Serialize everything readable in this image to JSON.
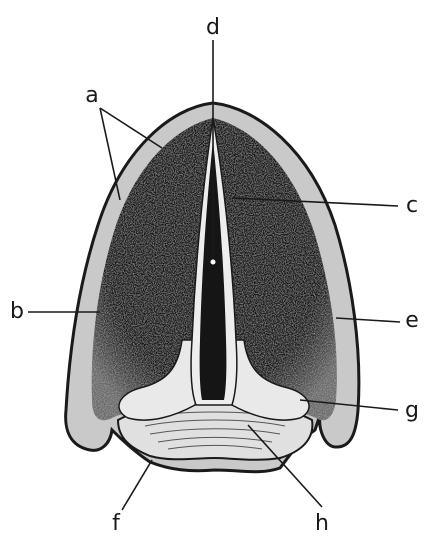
{
  "labels": {
    "a": "a",
    "b": "b",
    "c": "c",
    "d": "d",
    "e": "e",
    "f": "f",
    "g": "g",
    "h": "h"
  },
  "colors": {
    "background": "#ffffff",
    "outer_rim": "#c9c9c9",
    "outline": "#1a1a1a",
    "dark_fill": "#151515",
    "pale_parts": "#e9e9e9",
    "ink": "#1a1a1a"
  }
}
